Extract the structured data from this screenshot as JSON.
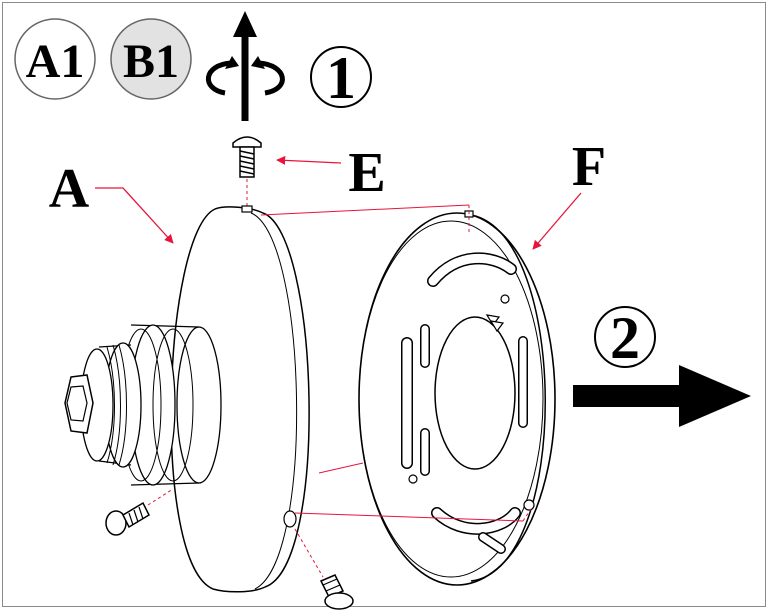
{
  "badges": {
    "a1": "A1",
    "b1": "B1"
  },
  "steps": {
    "step1": "1",
    "step2": "2"
  },
  "labels": {
    "a": "A",
    "e": "E",
    "f": "F"
  },
  "colors": {
    "leader": "#e8143c",
    "line": "#000000",
    "badge_b1_fill": "#e2e2e2"
  }
}
